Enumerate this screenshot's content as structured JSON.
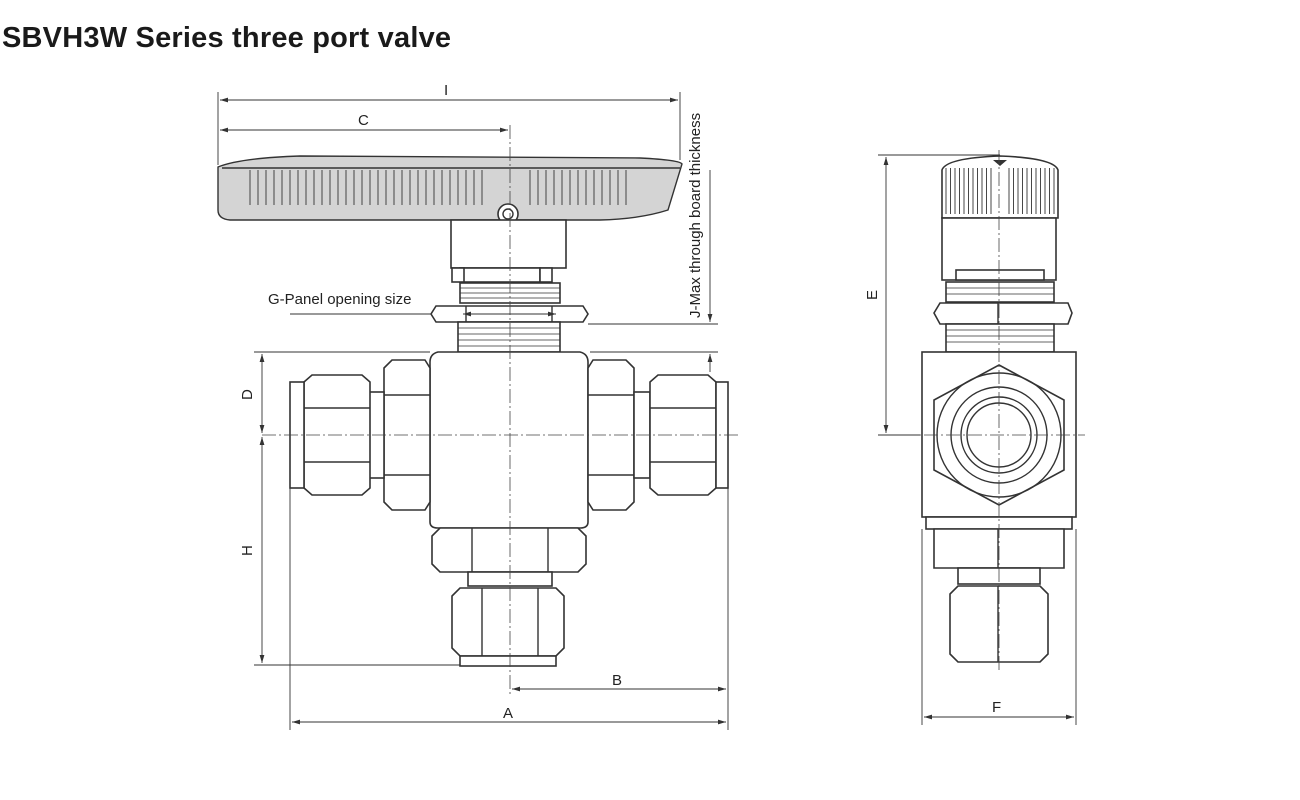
{
  "title": "SBVH3W Series three port valve",
  "labels": {
    "I": "I",
    "C": "C",
    "G": "G-Panel opening size",
    "J": "J-Max through board thickness",
    "D": "D",
    "H": "H",
    "B": "B",
    "A": "A",
    "E": "E",
    "F": "F"
  }
}
